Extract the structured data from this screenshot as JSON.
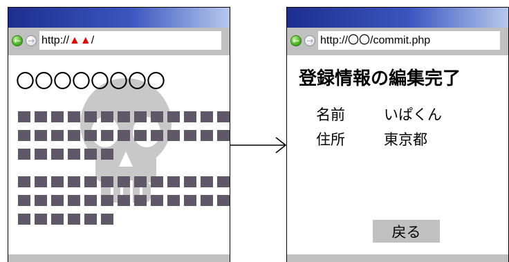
{
  "left_browser": {
    "url_prefix": "http://",
    "url_marks": "▲▲",
    "url_suffix": "/",
    "heading": "〇〇〇〇〇〇〇〇",
    "block_rows": [
      13,
      13,
      6,
      13,
      13,
      6
    ]
  },
  "right_browser": {
    "url": "http://〇〇/commit.php",
    "heading": "登録情報の編集完了",
    "fields": [
      {
        "label": "名前",
        "value": "いぱくん"
      },
      {
        "label": "住所",
        "value": "東京都"
      }
    ],
    "back_button_label": "戻る"
  },
  "colors": {
    "title_bar_start": "#1d2f8e",
    "title_bar_end": "#b6c8ee",
    "chrome_gray": "#c0c0c0",
    "block_color": "#605869",
    "skull_color": "#c8c8c8",
    "warning_red": "#e00000"
  }
}
